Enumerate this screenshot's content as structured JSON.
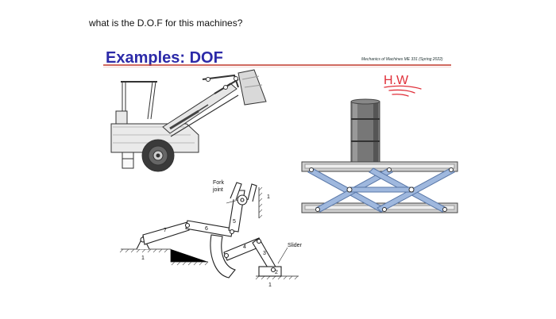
{
  "question": "what is the D.O.F for this machines?",
  "slide": {
    "title": "Examples: DOF",
    "course_note": "Mechanics of Machines ME 331 (Spring 2022)",
    "handwriting": "H.W"
  },
  "mechanism_labels": {
    "fork_joint_line1": "Fork",
    "fork_joint_line2": "joint",
    "slider": "Slider",
    "links": [
      "1",
      "2",
      "3",
      "4",
      "5",
      "6",
      "7"
    ],
    "ground_1a": "1",
    "ground_1b": "1",
    "ground_1c": "1"
  },
  "colors": {
    "title": "#2c2aa8",
    "rule": "#c0392b",
    "handwriting": "#e0303a",
    "scissor_links": "#9fb8de"
  }
}
